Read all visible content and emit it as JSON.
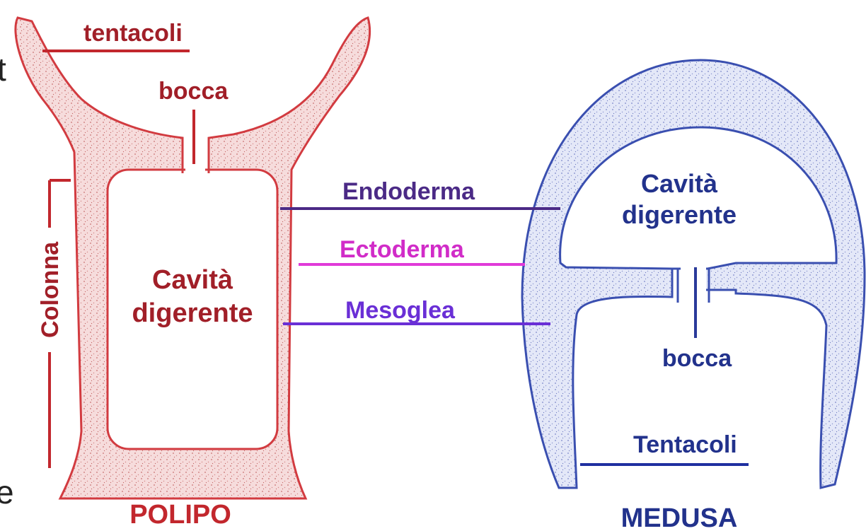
{
  "colors": {
    "polyp_outline": "#d23b40",
    "polyp_fill": "#f6dcdc",
    "polyp_label": "#a11f28",
    "medusa_outline": "#3a4fb0",
    "medusa_fill": "#e2e6f8",
    "medusa_label": "#22328c",
    "endoderma_line": "#4b2a86",
    "ectoderma_line": "#e03ad8",
    "mesoglea_line": "#6a2fd6"
  },
  "polipo": {
    "title": "POLIPO",
    "tentacoli": "tentacoli",
    "bocca": "bocca",
    "colonna": "Colonna",
    "cavita": "Cavità",
    "digerente": "digerente"
  },
  "medusa": {
    "title": "MEDUSA",
    "tentacoli": "Tentacoli",
    "bocca": "bocca",
    "cavita": "Cavità",
    "digerente": "digerente"
  },
  "layers": {
    "endoderma": "Endoderma",
    "ectoderma": "Ectoderma",
    "mesoglea": "Mesoglea"
  },
  "edge_fragments": {
    "top": "t",
    "bottom": "e"
  }
}
